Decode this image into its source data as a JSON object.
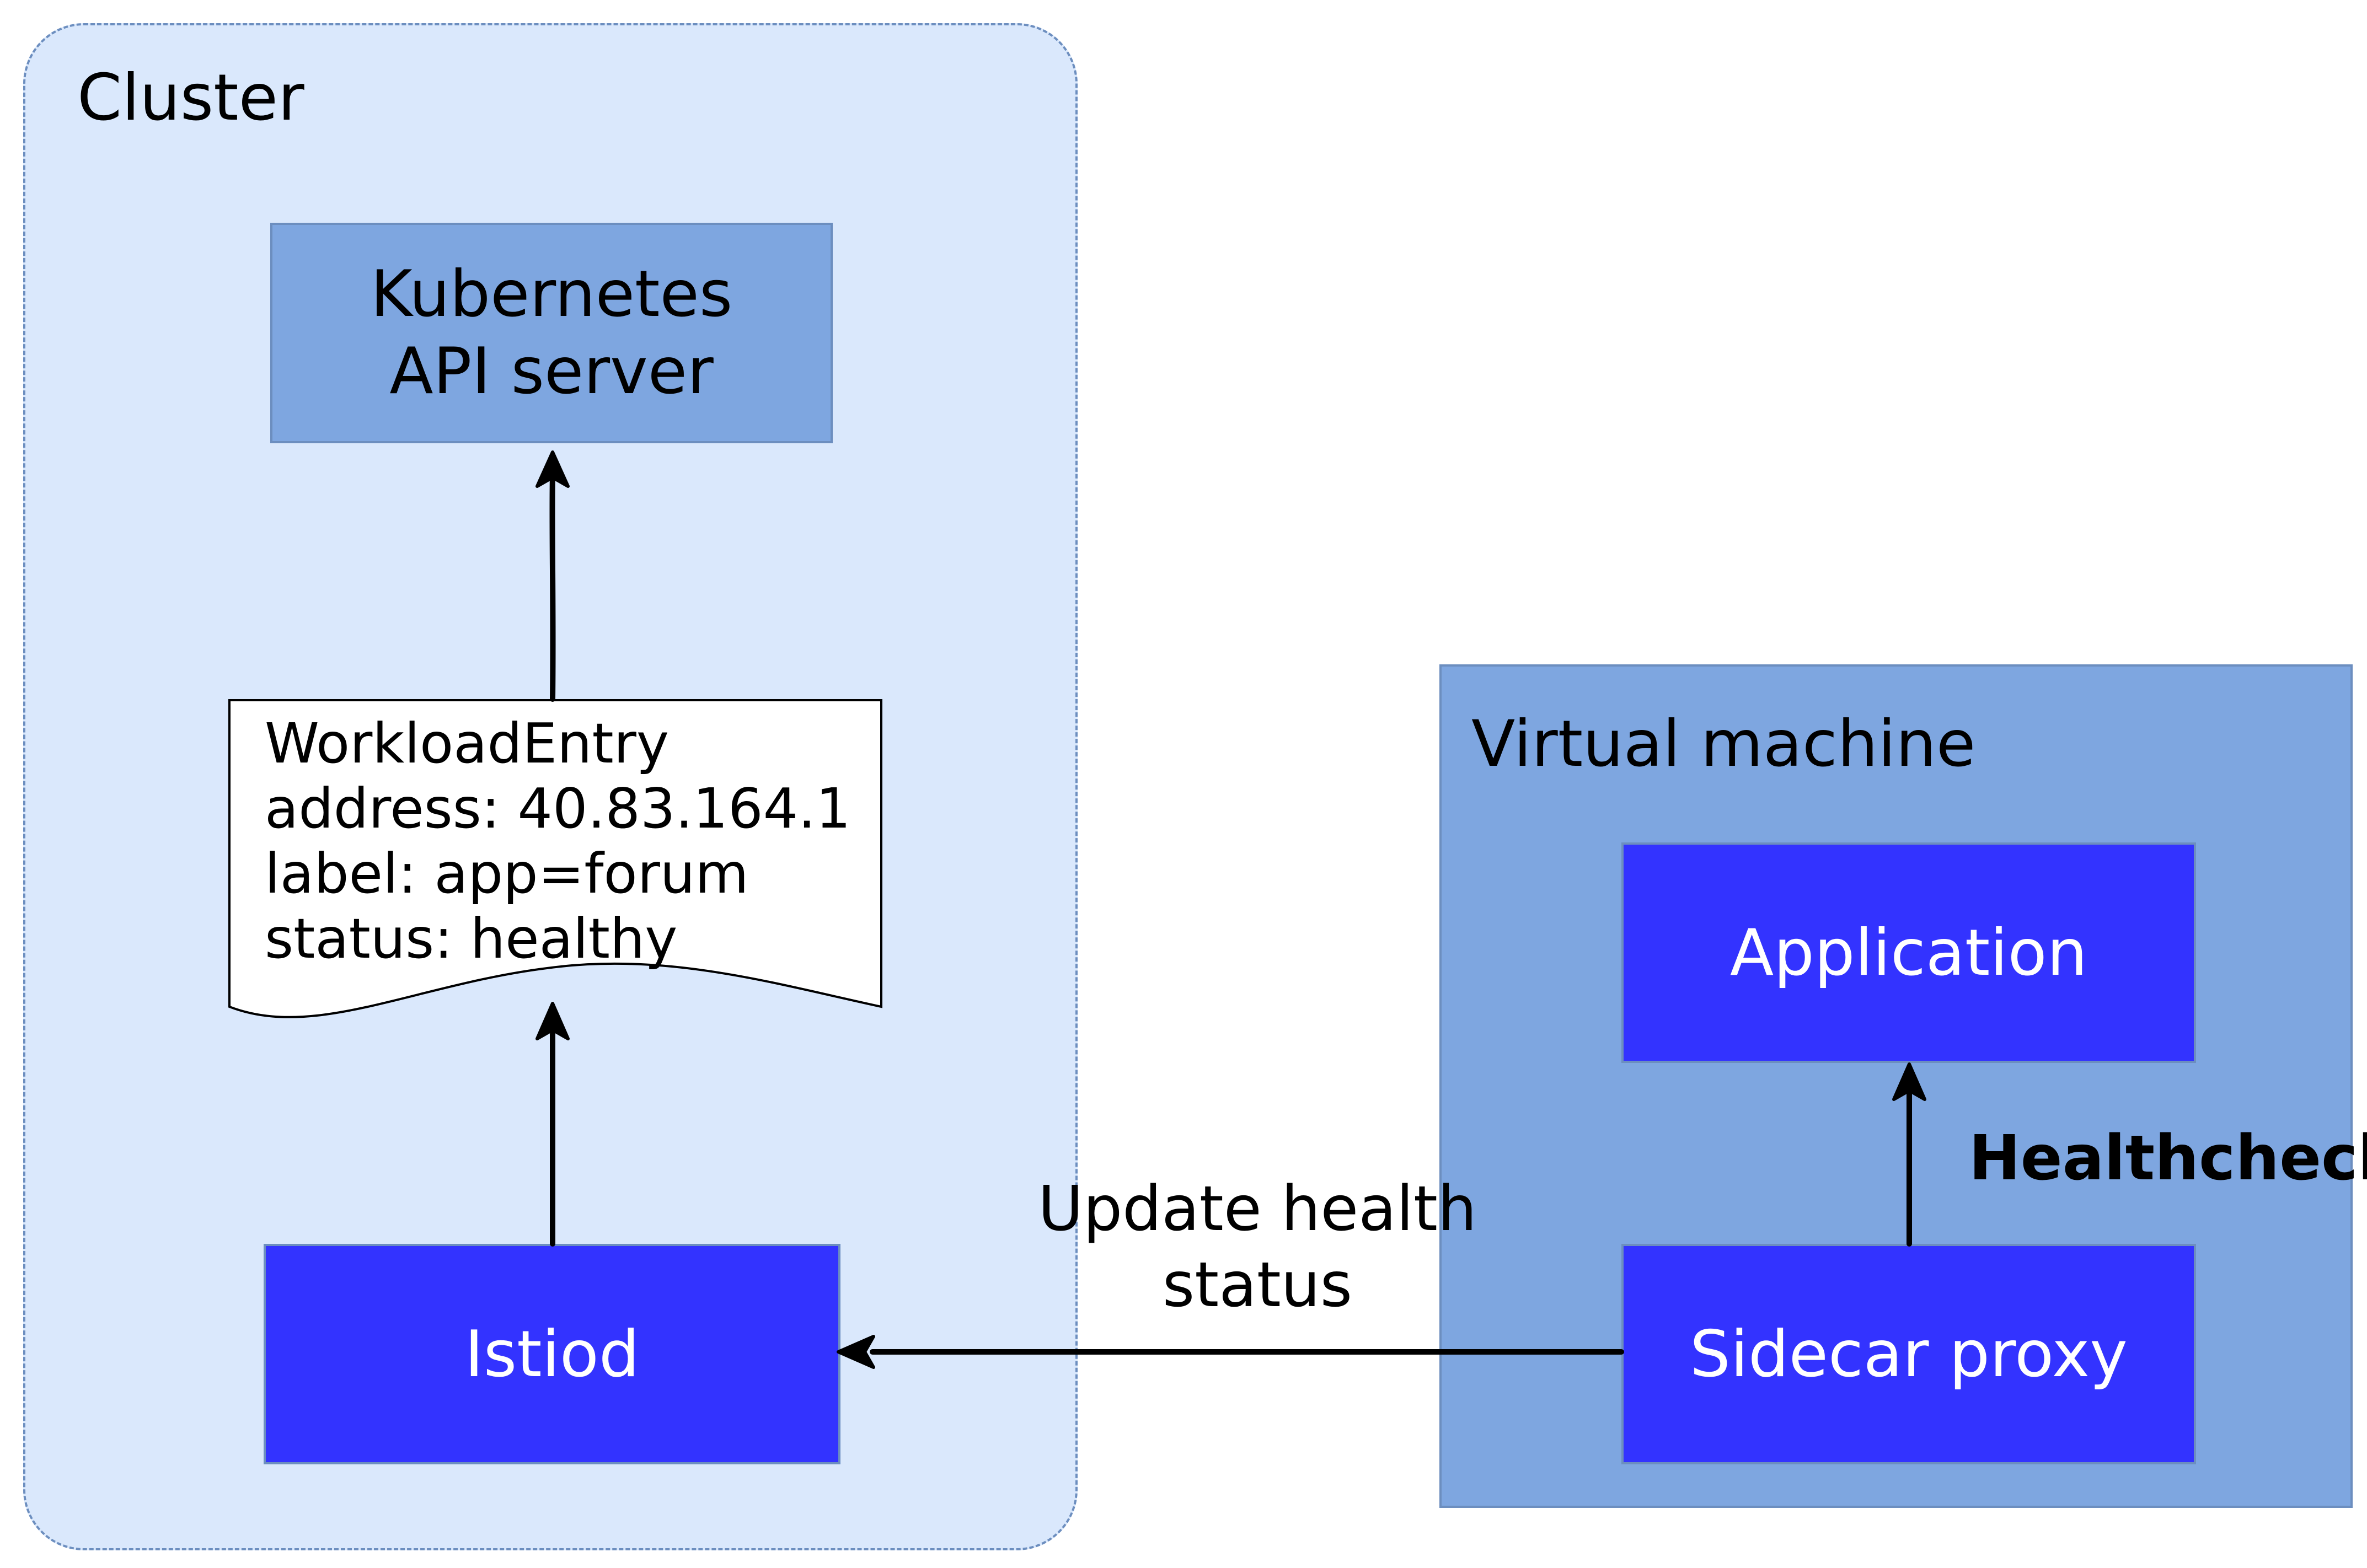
{
  "cluster": {
    "label": "Cluster",
    "k8s_title": "Kubernetes\nAPI server",
    "workload_entry": {
      "kind": "WorkloadEntry",
      "address": "address: 40.83.164.1",
      "label": "label: app=forum",
      "status": "status: healthy"
    },
    "istiod": "Istiod"
  },
  "vm": {
    "label": "Virtual machine",
    "application": "Application",
    "sidecar": "Sidecar proxy",
    "healthcheck": "Healthcheck"
  },
  "edges": {
    "update_health": "Update health\nstatus"
  },
  "colors": {
    "cluster_fill": "#dae8fc",
    "cluster_border": "#6c8ebf",
    "light_blue": "#7ea6e0",
    "bright_blue": "#3333ff",
    "arrow": "#000000"
  }
}
